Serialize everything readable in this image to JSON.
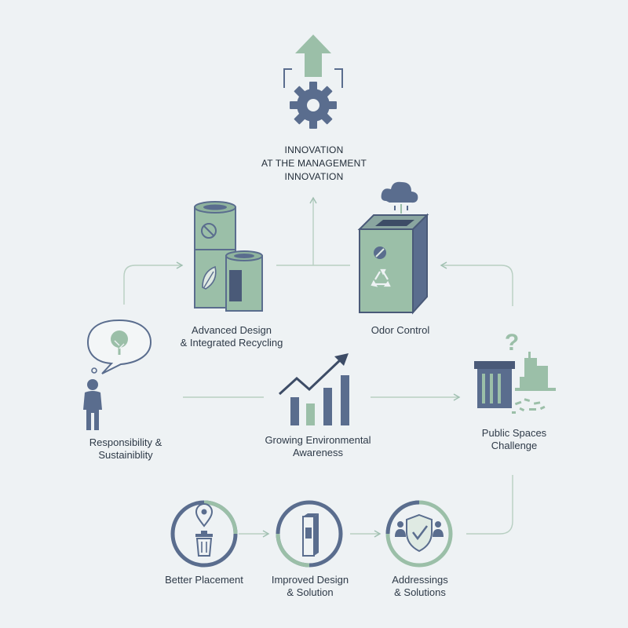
{
  "colors": {
    "background": "#eef2f4",
    "navy": "#5a6d8e",
    "dark": "#3d4c66",
    "sage": "#9bbfa8",
    "sage_dark": "#7fa98f",
    "line": "#b8cfc2",
    "text": "#2e3a48"
  },
  "nodes": {
    "innovation": {
      "lines": [
        "INNOVATION",
        "AT THE MANAGEMENT",
        "INNOVATION"
      ],
      "icons": [
        "up-arrow-icon",
        "gear-icon"
      ]
    },
    "advanced_design": {
      "lines": [
        "Advanced Design",
        "& Integrated Recycling"
      ],
      "icons": [
        "smart-bin-icon",
        "leaf-icon",
        "no-symbol-icon"
      ]
    },
    "odor_control": {
      "lines": [
        "Odor Control"
      ],
      "icons": [
        "cloud-icon",
        "recycle-bin-icon",
        "recycle-icon"
      ]
    },
    "responsibility": {
      "lines": [
        "Responsibility &",
        "Sustainiblity"
      ],
      "icons": [
        "person-icon",
        "tree-speech-bubble-icon"
      ]
    },
    "awareness": {
      "lines": [
        "Growing Environmental",
        "Awareness"
      ],
      "icons": [
        "growth-chart-icon"
      ]
    },
    "public_spaces": {
      "lines": [
        "Public Spaces",
        "Challenge"
      ],
      "icons": [
        "question-mark-icon",
        "overflowing-bin-icon",
        "city-buildings-icon"
      ]
    },
    "better_placement": {
      "lines": [
        "Better Placement"
      ],
      "icons": [
        "location-bin-icon"
      ]
    },
    "improved_design": {
      "lines": [
        "Improved Design",
        "& Solution"
      ],
      "icons": [
        "kiosk-icon"
      ]
    },
    "addressings": {
      "lines": [
        "Addressings",
        "& Solutions"
      ],
      "icons": [
        "shield-check-icon",
        "people-icon"
      ]
    }
  }
}
